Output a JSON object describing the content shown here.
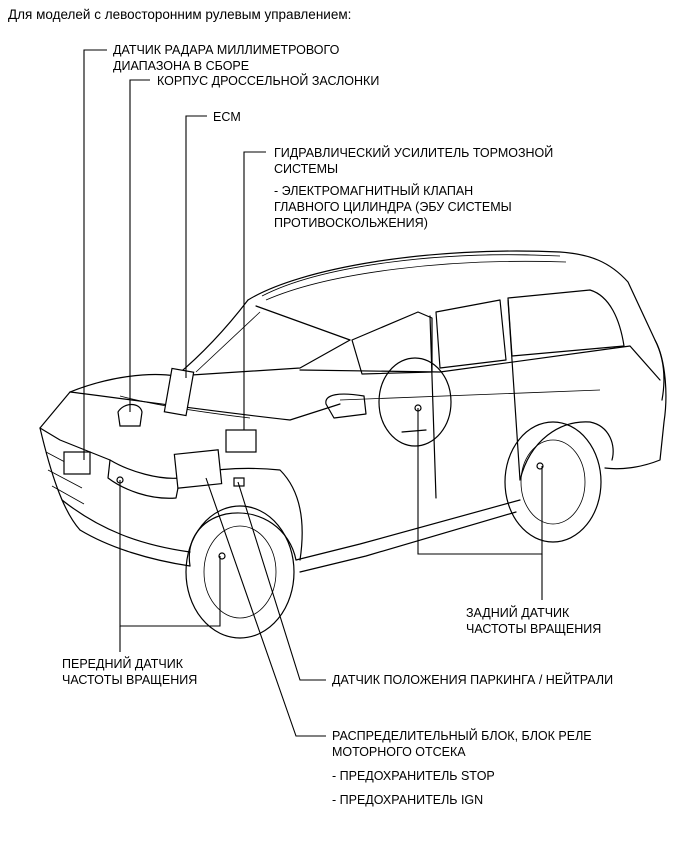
{
  "header": "Для моделей с левосторонним рулевым управлением:",
  "labels": {
    "radar_sensor": [
      "ДАТЧИК РАДАРА МИЛЛИМЕТРОВОГО",
      "ДИАПАЗОНА В СБОРЕ"
    ],
    "throttle_body": [
      "КОРПУС ДРОССЕЛЬНОЙ ЗАСЛОНКИ"
    ],
    "ecm": [
      "ECM"
    ],
    "brake_booster": [
      "ГИДРАВЛИЧЕСКИЙ УСИЛИТЕЛЬ ТОРМОЗНОЙ",
      "СИСТЕМЫ"
    ],
    "brake_booster_sub": [
      "- ЭЛЕКТРОМАГНИТНЫЙ КЛАПАН",
      "ГЛАВНОГО ЦИЛИНДРА (ЭБУ СИСТЕМЫ",
      "ПРОТИВОСКОЛЬЖЕНИЯ)"
    ],
    "rear_speed_sensor": [
      "ЗАДНИЙ ДАТЧИК",
      "ЧАСТОТЫ ВРАЩЕНИЯ"
    ],
    "front_speed_sensor": [
      "ПЕРЕДНИЙ ДАТЧИК",
      "ЧАСТОТЫ ВРАЩЕНИЯ"
    ],
    "park_neutral_switch": [
      "ДАТЧИК ПОЛОЖЕНИЯ ПАРКИНГА / НЕЙТРАЛИ"
    ],
    "junction_block": [
      "РАСПРЕДЕЛИТЕЛЬНЫЙ БЛОК, БЛОК РЕЛЕ",
      "МОТОРНОГО ОТСЕКА"
    ],
    "fuse_stop": [
      "- ПРЕДОХРАНИТЕЛЬ STOP"
    ],
    "fuse_ign": [
      "- ПРЕДОХРАНИТЕЛЬ IGN"
    ]
  }
}
